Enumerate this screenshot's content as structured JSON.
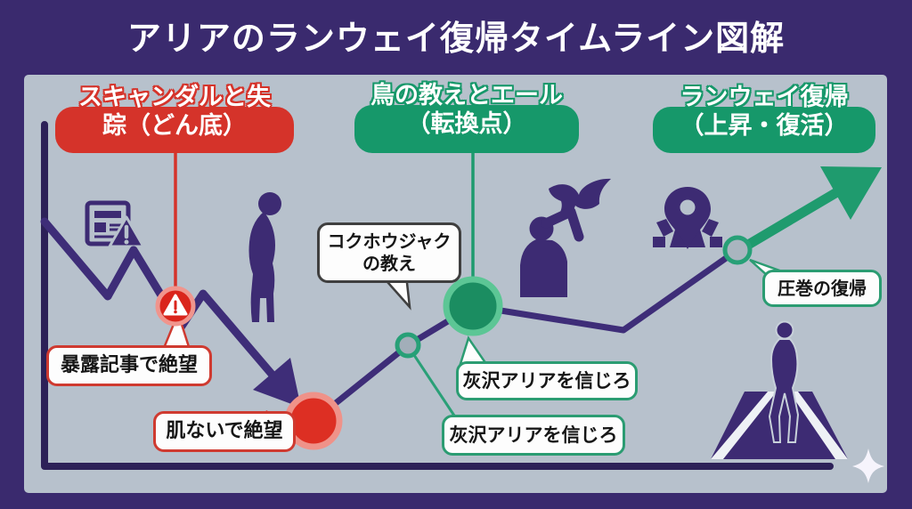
{
  "title": "アリアのランウェイ復帰タイムライン図解",
  "phases": [
    {
      "label_line1": "スキャンダルと失",
      "label_line2": "踪（どん底）",
      "color": "#d5332a"
    },
    {
      "label_line1": "鳥の教えとエール",
      "label_line2": "（転換点）",
      "color": "#16986a"
    },
    {
      "label_line1": "ランウェイ復帰",
      "label_line2": "（上昇・復活）",
      "color": "#16986a"
    }
  ],
  "callouts": {
    "expose": {
      "text": "暴露記事で絶望",
      "border_color": "#cf3a30"
    },
    "despair": {
      "text": "肌ないで絶望",
      "border_color": "#cf3a30"
    },
    "teaching": {
      "line1": "コクホウジャク",
      "line2": "の教え",
      "border_color": "#3f3f3f"
    },
    "believe1": {
      "text": "灰沢アリアを信じろ",
      "border_color": "#2b9c72"
    },
    "believe2": {
      "text": "灰沢アリアを信じろ",
      "border_color": "#2b9c72"
    },
    "comeback": {
      "text": "圧巻の復帰",
      "border_color": "#2b9c72"
    }
  },
  "icons": [
    "newspaper-alert-icon",
    "warning-circle-icon",
    "bowed-person-silhouette",
    "flying-bird-silhouette",
    "person-looking-up-silhouette",
    "location-pin-stage-icon",
    "runway-model-silhouette",
    "sparkle-icon"
  ],
  "colors": {
    "outer_background": "#3a2a6e",
    "panel_background": "#b7c1cc",
    "line_purple": "#3e2d78",
    "axis_purple": "#2d2158",
    "red_accent": "#d5332a",
    "red_circle_fill": "#dd2f23",
    "red_circle_ring": "#ef9289",
    "green_accent": "#16986a",
    "green_circle_fill": "#1b8d61",
    "green_circle_ring": "#5cc695",
    "gray_node_fill": "#a2aeb9",
    "gray_node_ring": "#27a077",
    "silhouette_purple": "#3d2b73"
  }
}
